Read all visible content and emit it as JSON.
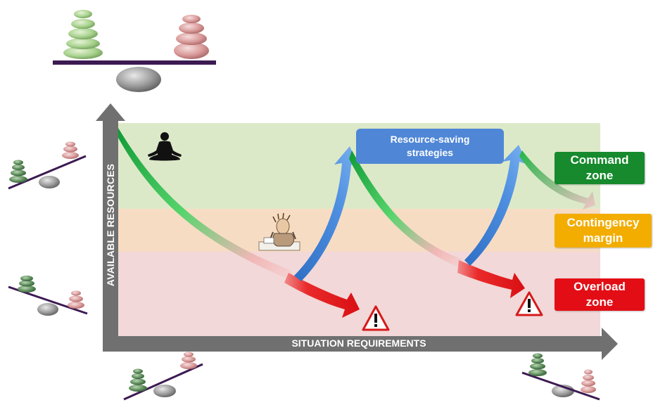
{
  "axes": {
    "y_label": "AVAILABLE RESOURCES",
    "x_label": "SITUATION REQUIREMENTS"
  },
  "callout": {
    "text": "Resource-saving\nstrategies",
    "color": "#4f86d6"
  },
  "zones": [
    {
      "id": "command",
      "label": "Command\nzone",
      "label_color": "#168a2c",
      "band_color": "#dce9c8"
    },
    {
      "id": "contingency",
      "label": "Contingency\nmargin",
      "label_color": "#f2ad00",
      "band_color": "#f7dcc4"
    },
    {
      "id": "overload",
      "label": "Overload\nzone",
      "label_color": "#e30e15",
      "band_color": "#f2d8d8"
    }
  ],
  "icons": {
    "meditation": "meditating-person-icon",
    "stressed": "stressed-worker-icon",
    "warning": "warning-triangle-icon",
    "balance": "stone-balance-icon"
  },
  "colors": {
    "axis": "#707070",
    "arrow_green": "#1fbf4a",
    "arrow_red": "#e3161b",
    "arrow_blue": "#3f7fd6",
    "beam": "#3c1a52"
  }
}
